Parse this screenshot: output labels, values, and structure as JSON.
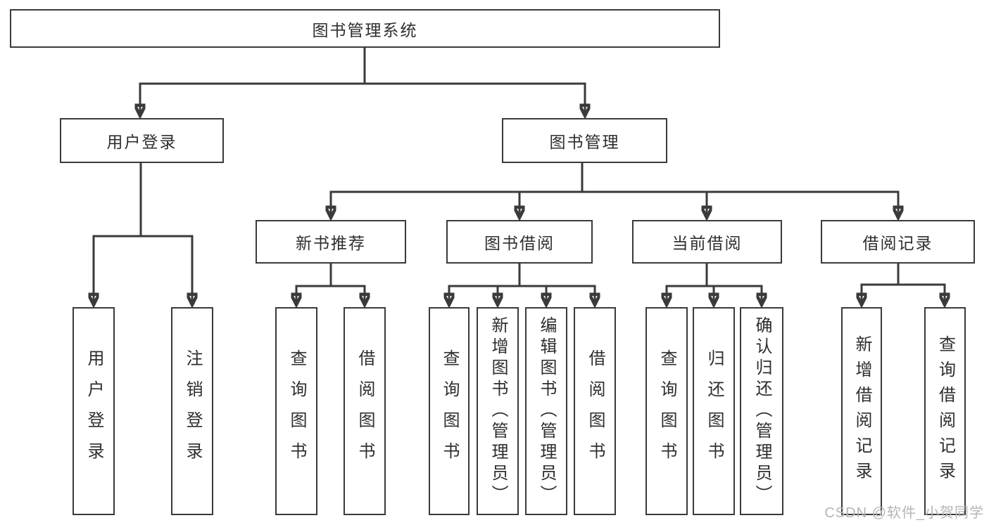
{
  "diagram": {
    "root": {
      "label": "图书管理系统",
      "children": {
        "user_login": {
          "label": "用户登录",
          "children": {
            "login": {
              "label": "用户登录"
            },
            "logout": {
              "label": "注销登录"
            }
          }
        },
        "book_mgmt": {
          "label": "图书管理",
          "children": {
            "new_book_rec": {
              "label": "新书推荐",
              "children": {
                "query_books": {
                  "label": "查询图书"
                },
                "borrow_books": {
                  "label": "借阅图书"
                }
              }
            },
            "book_borrow": {
              "label": "图书借阅",
              "children": {
                "query_books": {
                  "label": "查询图书"
                },
                "add_books": {
                  "label": "新增图书（管理员）"
                },
                "edit_books": {
                  "label": "编辑图书（管理员）"
                },
                "borrow_books": {
                  "label": "借阅图书"
                }
              }
            },
            "current_borrow": {
              "label": "当前借阅",
              "children": {
                "query_books": {
                  "label": "查询图书"
                },
                "return_books": {
                  "label": "归还图书"
                },
                "confirm_return": {
                  "label": "确认归还（管理员）"
                }
              }
            },
            "borrow_records": {
              "label": "借阅记录",
              "children": {
                "add_record": {
                  "label": "新增借阅记录"
                },
                "query_record": {
                  "label": "查询借阅记录"
                }
              }
            }
          }
        }
      }
    }
  },
  "colors": {
    "line": "#3a3a3a",
    "box_border": "#3a3a3a",
    "text": "#2e2e2e",
    "watermark": "#b5b5b5",
    "background": "#ffffff"
  },
  "watermark": {
    "text": "CSDN @软件_小贺同学"
  }
}
